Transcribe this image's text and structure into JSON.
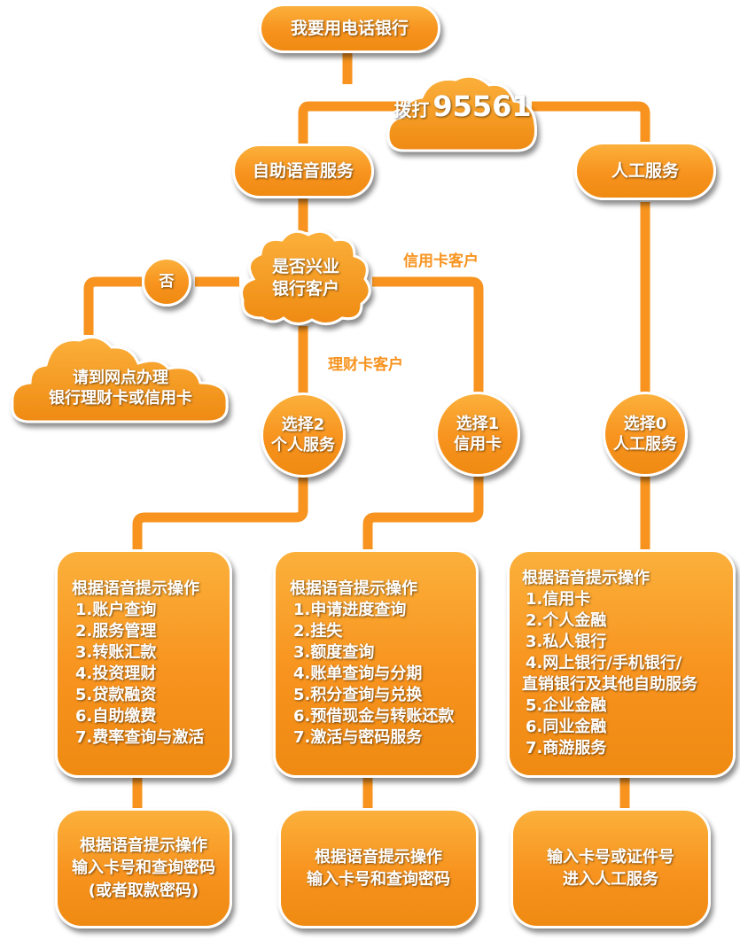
{
  "colors": {
    "accent": "#f7931e",
    "node_fill": "#f7931e",
    "text": "#ffffff",
    "edge_label": "#f7931e"
  },
  "title": "我要用电话银行",
  "dial": {
    "prefix": "拨打",
    "number": "95561"
  },
  "self_service": "自助语音服务",
  "manual_service": "人工服务",
  "check_customer": {
    "line1": "是否兴业",
    "line2": "银行客户"
  },
  "no_label": "否",
  "credit_card_customer": "信用卡客户",
  "wealth_card_customer": "理财卡客户",
  "apply_prompt": {
    "line1": "请到网点办理",
    "line2": "银行理财卡或信用卡"
  },
  "choices": [
    {
      "line1": "选择2",
      "line2": "个人服务"
    },
    {
      "line1": "选择1",
      "line2": "信用卡"
    },
    {
      "line1": "选择0",
      "line2": "人工服务"
    }
  ],
  "menus": [
    {
      "title": "根据语音提示操作",
      "items": [
        "1.账户查询",
        "2.服务管理",
        "3.转账汇款",
        "4.投资理财",
        "5.贷款融资",
        "6.自助缴费",
        "7.费率查询与激活"
      ]
    },
    {
      "title": "根据语音提示操作",
      "items": [
        "1.申请进度查询",
        "2.挂失",
        "3.额度查询",
        "4.账单查询与分期",
        "5.积分查询与兑换",
        "6.预借现金与转账还款",
        "7.激活与密码服务"
      ]
    },
    {
      "title": "根据语音提示操作",
      "items": [
        "1.信用卡",
        "2.个人金融",
        "3.私人银行",
        "4.网上银行/手机银行/",
        "直销银行及其他自助服务",
        "5.企业金融",
        "6.同业金融",
        "7.商游服务"
      ]
    }
  ],
  "finals": [
    {
      "lines": [
        "根据语音提示操作",
        "输入卡号和查询密码",
        "(或者取款密码)"
      ]
    },
    {
      "lines": [
        "根据语音提示操作",
        "输入卡号和查询密码"
      ]
    },
    {
      "lines": [
        "输入卡号或证件号",
        "进入人工服务"
      ]
    }
  ]
}
